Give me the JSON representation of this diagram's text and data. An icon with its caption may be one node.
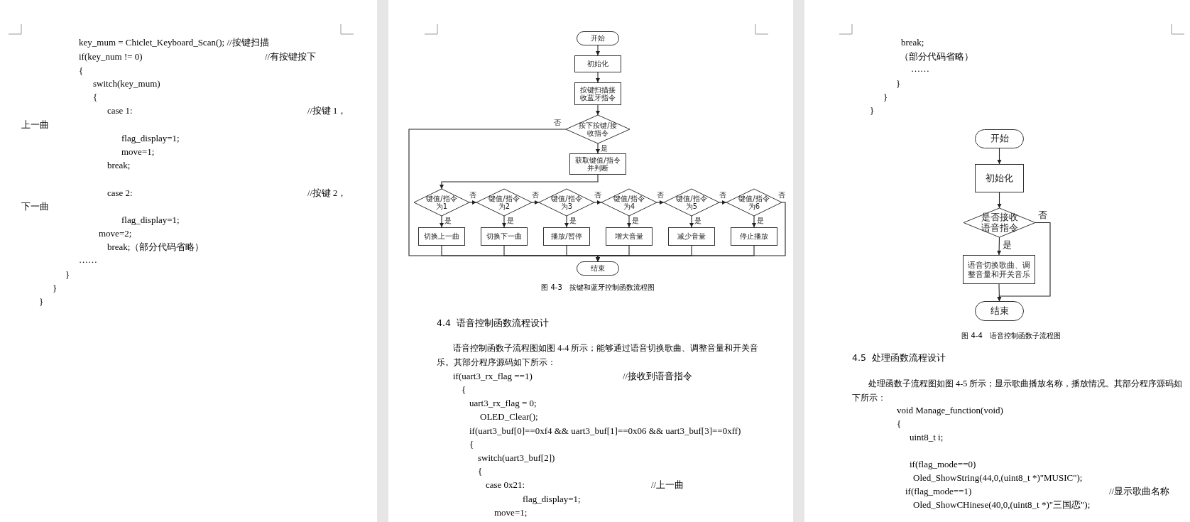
{
  "diagram": {
    "nodes": [
      {
        "text": [
          "开始"
        ]
      },
      {
        "text": [
          "初始化"
        ]
      },
      {
        "text": [
          "按键扫描接收蓝牙指令"
        ]
      },
      {
        "text": [
          "按下按键/接收指令"
        ]
      },
      {
        "text": [
          "获取键值/指令并判断"
        ]
      },
      {
        "text": [
          "键值/指令为1"
        ]
      },
      {
        "text": [
          "键值/指令为2"
        ]
      },
      {
        "text": [
          "键值/指令为3"
        ]
      },
      {
        "text": [
          "键值/指令为4"
        ]
      },
      {
        "text": [
          "键值/指令为5"
        ]
      },
      {
        "text": [
          "键值/指令为6"
        ]
      },
      {
        "text": [
          "切换上一曲"
        ]
      },
      {
        "text": [
          "切换下一曲"
        ]
      },
      {
        "text": [
          "播放/暂停"
        ]
      },
      {
        "text": [
          "增大音量"
        ]
      },
      {
        "text": [
          "减少音量"
        ]
      },
      {
        "text": [
          "停止播放"
        ]
      },
      {
        "text": [
          "结束"
        ]
      },
      {
        "text": [
          "开始"
        ]
      },
      {
        "text": [
          "初始化"
        ]
      },
      {
        "text": [
          "是否接收语音指令"
        ]
      },
      {
        "text": [
          "语音切换歌曲、调整音量和开关音乐"
        ]
      },
      {
        "text": [
          "结束"
        ]
      }
    ],
    "edges": [
      {
        "from": 0,
        "to": 1,
        "arrow": "to"
      },
      {
        "from": 1,
        "to": 2,
        "arrow": "to"
      },
      {
        "from": 2,
        "to": 3,
        "arrow": "to"
      },
      {
        "from": 3,
        "to": 4,
        "arrow": "to",
        "label": "是"
      },
      {
        "from": 3,
        "to": 17,
        "arrow": "to",
        "label": "否"
      },
      {
        "from": 4,
        "to": 5,
        "arrow": "to"
      },
      {
        "from": 5,
        "to": 6,
        "arrow": "to",
        "label": "否"
      },
      {
        "from": 6,
        "to": 7,
        "arrow": "to",
        "label": "否"
      },
      {
        "from": 7,
        "to": 8,
        "arrow": "to",
        "label": "否"
      },
      {
        "from": 8,
        "to": 9,
        "arrow": "to",
        "label": "否"
      },
      {
        "from": 9,
        "to": 10,
        "arrow": "to",
        "label": "否"
      },
      {
        "from": 10,
        "to": 17,
        "arrow": "to",
        "label": "否"
      },
      {
        "from": 5,
        "to": 11,
        "arrow": "to",
        "label": "是"
      },
      {
        "from": 6,
        "to": 12,
        "arrow": "to",
        "label": "是"
      },
      {
        "from": 7,
        "to": 13,
        "arrow": "to",
        "label": "是"
      },
      {
        "from": 8,
        "to": 14,
        "arrow": "to",
        "label": "是"
      },
      {
        "from": 9,
        "to": 15,
        "arrow": "to",
        "label": "是"
      },
      {
        "from": 10,
        "to": 16,
        "arrow": "to",
        "label": "是"
      },
      {
        "from": 11,
        "to": 17,
        "arrow": "to"
      },
      {
        "from": 12,
        "to": 17,
        "arrow": "to"
      },
      {
        "from": 13,
        "to": 17,
        "arrow": "to"
      },
      {
        "from": 14,
        "to": 17,
        "arrow": "to"
      },
      {
        "from": 15,
        "to": 17,
        "arrow": "to"
      },
      {
        "from": 16,
        "to": 17,
        "arrow": "to"
      },
      {
        "from": 18,
        "to": 19,
        "arrow": "to"
      },
      {
        "from": 19,
        "to": 20,
        "arrow": "to"
      },
      {
        "from": 20,
        "to": 21,
        "arrow": "to",
        "label": "是"
      },
      {
        "from": 20,
        "to": 22,
        "arrow": "to",
        "label": "否"
      },
      {
        "from": 21,
        "to": 22,
        "arrow": "to"
      }
    ],
    "labels": [
      "key_mum = Chiclet_Keyboard_Scan(); //按键扫描",
      "if(key_num != 0)",
      "//有按键按下",
      "{",
      "switch(key_mum)",
      "{",
      "case 1:",
      "//按键 1，",
      "上一曲",
      "flag_display=1;",
      "move=1;",
      "break;",
      "case 2:",
      "//按键 2，",
      "下一曲",
      "flag_display=1;",
      "move=2;",
      "break;（部分代码省略）",
      "……",
      "}",
      "}",
      "}",
      "图 4-3　按键和蓝牙控制函数流程图",
      "4.4  语音控制函数流程设计",
      "语音控制函数子流程图如图 4-4 所示；能够通过语音切换歌曲、调整音量和开关音乐。其部分程序源码如下所示：",
      "if(uart3_rx_flag ==1)",
      "//接收到语音指令",
      "{",
      "uart3_rx_flag = 0;",
      "OLED_Clear();",
      "if(uart3_buf[0]==0xf4 && uart3_buf[1]==0x06 && uart3_buf[3]==0xff)",
      "{",
      "switch(uart3_buf[2])",
      "{",
      "case 0x21:",
      "//上一曲",
      "flag_display=1;",
      "move=1;",
      "break;",
      "（部分代码省略）",
      "……",
      "}",
      "}",
      "}",
      "图 4-4　语音控制函数子流程图",
      "4.5  处理函数流程设计",
      "处理函数子流程图如图 4-5 所示；显示歌曲播放名称，播放情况。其部分程序源码如下所示：",
      "void Manage_function(void)",
      "{",
      "uint8_t i;",
      "if(flag_mode==0)",
      "Oled_ShowString(44,0,(uint8_t *)\"MUSIC\");",
      "if(flag_mode==1)",
      "//显示歌曲名称",
      "Oled_ShowCHinese(40,0,(uint8_t *)\"三国恋\");"
    ]
  }
}
